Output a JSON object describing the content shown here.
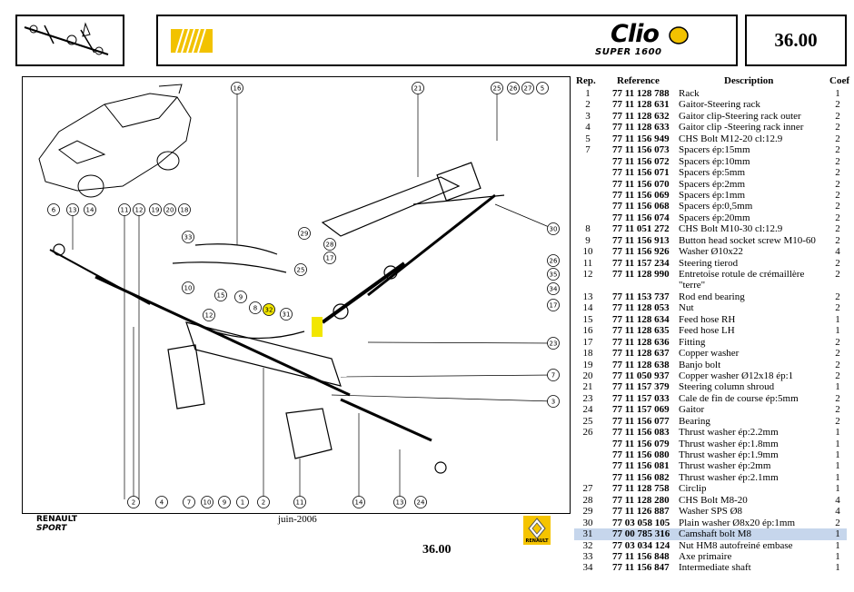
{
  "header": {
    "model_name": "Clio",
    "model_sub": "SUPER 1600",
    "page_number": "36.00"
  },
  "diagram": {
    "callouts": [
      "16",
      "21",
      "25",
      "26",
      "27",
      "5",
      "6",
      "13",
      "14",
      "11",
      "12",
      "19",
      "20",
      "18",
      "33",
      "30",
      "29",
      "28",
      "17",
      "25",
      "26",
      "35",
      "34",
      "17",
      "15",
      "10",
      "9",
      "8",
      "32",
      "31",
      "23",
      "7",
      "12",
      "3",
      "2",
      "4",
      "7",
      "10",
      "9",
      "1",
      "2",
      "11",
      "14",
      "13",
      "24"
    ]
  },
  "table": {
    "headers": {
      "rep": "Rep.",
      "ref": "Reference",
      "desc": "Description",
      "coef": "Coef"
    },
    "rows": [
      {
        "rep": "1",
        "ref": "77 11 128 788",
        "desc": "Rack",
        "coef": "1"
      },
      {
        "rep": "2",
        "ref": "77 11 128 631",
        "desc": "Gaitor-Steering rack",
        "coef": "2"
      },
      {
        "rep": "3",
        "ref": "77 11 128 632",
        "desc": "Gaitor clip-Steering rack outer",
        "coef": "2"
      },
      {
        "rep": "4",
        "ref": "77 11 128 633",
        "desc": "Gaitor clip -Steering rack inner",
        "coef": "2"
      },
      {
        "rep": "5",
        "ref": "77 11 156 949",
        "desc": "CHS Bolt M12-20 cl:12.9",
        "coef": "2"
      },
      {
        "rep": "7",
        "ref": "77 11 156 073",
        "desc": "Spacers ép:15mm",
        "coef": "2"
      },
      {
        "rep": "",
        "ref": "77 11 156 072",
        "desc": "Spacers ép:10mm",
        "coef": "2"
      },
      {
        "rep": "",
        "ref": "77 11 156 071",
        "desc": "Spacers ép:5mm",
        "coef": "2"
      },
      {
        "rep": "",
        "ref": "77 11 156 070",
        "desc": "Spacers ép:2mm",
        "coef": "2"
      },
      {
        "rep": "",
        "ref": "77 11 156 069",
        "desc": "Spacers ép:1mm",
        "coef": "2"
      },
      {
        "rep": "",
        "ref": "77 11 156 068",
        "desc": "Spacers ép:0,5mm",
        "coef": "2"
      },
      {
        "rep": "",
        "ref": "77 11 156 074",
        "desc": "Spacers ép:20mm",
        "coef": "2"
      },
      {
        "rep": "8",
        "ref": "77 11 051 272",
        "desc": "CHS Bolt M10-30 cl:12.9",
        "coef": "2"
      },
      {
        "rep": "9",
        "ref": "77 11 156 913",
        "desc": "Button head socket screw M10-60",
        "coef": "2"
      },
      {
        "rep": "10",
        "ref": "77 11 156 926",
        "desc": "Washer Ø10x22",
        "coef": "4"
      },
      {
        "rep": "11",
        "ref": "77 11 157 234",
        "desc": "Steering tierod",
        "coef": "2"
      },
      {
        "rep": "12",
        "ref": "77 11 128 990",
        "desc": "Entretoise rotule de crémaillère",
        "coef": "2"
      },
      {
        "rep": "",
        "ref": "",
        "desc": "\"terre\"",
        "coef": ""
      },
      {
        "rep": "13",
        "ref": "77 11 153 737",
        "desc": "Rod end bearing",
        "coef": "2"
      },
      {
        "rep": "14",
        "ref": "77 11 128 053",
        "desc": "Nut",
        "coef": "2"
      },
      {
        "rep": "15",
        "ref": "77 11 128 634",
        "desc": "Feed hose RH",
        "coef": "1"
      },
      {
        "rep": "16",
        "ref": "77 11 128 635",
        "desc": "Feed hose LH",
        "coef": "1"
      },
      {
        "rep": "17",
        "ref": "77 11 128 636",
        "desc": "Fitting",
        "coef": "2"
      },
      {
        "rep": "18",
        "ref": "77 11 128 637",
        "desc": "Copper washer",
        "coef": "2"
      },
      {
        "rep": "19",
        "ref": "77 11 128 638",
        "desc": "Banjo bolt",
        "coef": "2"
      },
      {
        "rep": "20",
        "ref": "77 11 050 937",
        "desc": "Copper washer Ø12x18 ép:1",
        "coef": "2"
      },
      {
        "rep": "21",
        "ref": "77 11 157 379",
        "desc": "Steering column shroud",
        "coef": "1"
      },
      {
        "rep": "23",
        "ref": "77 11 157 033",
        "desc": "Cale de fin de course ép:5mm",
        "coef": "2"
      },
      {
        "rep": "24",
        "ref": "77 11 157 069",
        "desc": "Gaitor",
        "coef": "2"
      },
      {
        "rep": "25",
        "ref": "77 11 156 077",
        "desc": "Bearing",
        "coef": "2"
      },
      {
        "rep": "26",
        "ref": "77 11 156 083",
        "desc": "Thrust washer ép:2.2mm",
        "coef": "1"
      },
      {
        "rep": "",
        "ref": "77 11 156 079",
        "desc": "Thrust washer ép:1.8mm",
        "coef": "1"
      },
      {
        "rep": "",
        "ref": "77 11 156 080",
        "desc": "Thrust washer ép:1.9mm",
        "coef": "1"
      },
      {
        "rep": "",
        "ref": "77 11 156 081",
        "desc": "Thrust washer ép:2mm",
        "coef": "1"
      },
      {
        "rep": "",
        "ref": "77 11 156 082",
        "desc": "Thrust washer ép:2.1mm",
        "coef": "1"
      },
      {
        "rep": "27",
        "ref": "77 11 128 758",
        "desc": "Circlip",
        "coef": "1"
      },
      {
        "rep": "28",
        "ref": "77 11 128 280",
        "desc": "CHS Bolt M8-20",
        "coef": "4"
      },
      {
        "rep": "29",
        "ref": "77 11 126 887",
        "desc": "Washer SPS Ø8",
        "coef": "4"
      },
      {
        "rep": "30",
        "ref": "77 03 058 105",
        "desc": "Plain washer Ø8x20 ép:1mm",
        "coef": "2"
      },
      {
        "rep": "31",
        "ref": "77 00 785 316",
        "desc": "Camshaft bolt M8",
        "coef": "1",
        "highlighted": true
      },
      {
        "rep": "32",
        "ref": "77 03 034 124",
        "desc": "Nut HM8 autofreiné embase",
        "coef": "1"
      },
      {
        "rep": "33",
        "ref": "77 11 156 848",
        "desc": "Axe primaire",
        "coef": "1"
      },
      {
        "rep": "34",
        "ref": "77 11 156 847",
        "desc": "Intermediate shaft",
        "coef": "1"
      }
    ]
  },
  "footer": {
    "brand_line1": "RENAULT",
    "brand_line2": "SPORT",
    "date": "juin-2006",
    "page_number": "36.00",
    "logo_text": "RENAULT"
  },
  "colors": {
    "highlight_row": "#c6d6ec",
    "highlight_callout": "#f2e600",
    "logo_yellow": "#f5c400",
    "stripe_yellow": "#f2c200"
  }
}
